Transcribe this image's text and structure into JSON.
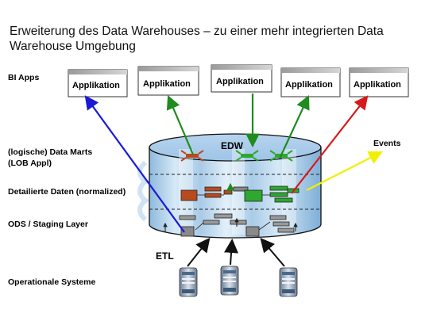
{
  "title": "Erweiterung des Data Warehouses – zu einer mehr integrierten Data Warehouse Umgebung",
  "layers": {
    "bi_apps": "BI Apps",
    "data_marts_line1": "(logische) Data Marts",
    "data_marts_line2": "(LOB Appl)",
    "detailed": "Detailierte Daten (normalized)",
    "ods": "ODS / Staging Layer",
    "operational": "Operationale Systeme"
  },
  "applications": [
    "Applikation",
    "Applikation",
    "Applikation",
    "Applikation",
    "Applikation"
  ],
  "edw_label": "EDW",
  "events_label": "Events",
  "etl_label": "ETL",
  "colors": {
    "blue_arrow": "#1a1ad6",
    "green_arrow": "#1e8c1e",
    "red_arrow": "#d61a1a",
    "yellow_arrow": "#f0f000",
    "cylinder": "#bcd8ee",
    "mart_red": "#b84a1e",
    "mart_green": "#2ea82e"
  }
}
